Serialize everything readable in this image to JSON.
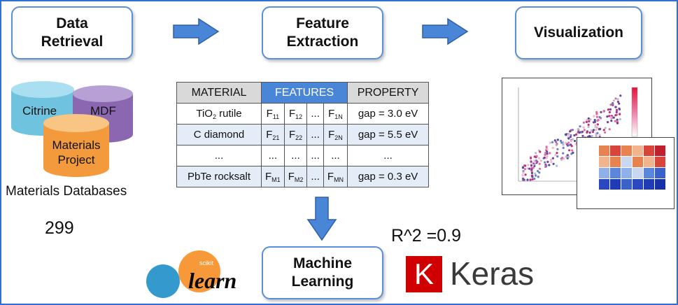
{
  "steps": {
    "data_retrieval": "Data\nRetrieval",
    "feature_extraction": "Feature\nExtraction",
    "visualization": "Visualization",
    "machine_learning": "Machine\nLearning"
  },
  "databases": {
    "citrine": "Citrine",
    "mdf": "MDF",
    "materials_project_1": "Materials",
    "materials_project_2": "Project",
    "caption": "Materials Databases"
  },
  "count_label": "299",
  "r2_label": "R^2 =0.9",
  "table": {
    "headers": {
      "material": "MATERIAL",
      "features": "FEATURES",
      "property": "PROPERTY"
    },
    "rows": [
      {
        "material": "TiO",
        "material_sub": "2",
        "material_tail": " rutile",
        "f1": "F",
        "f1_sub": "11",
        "f2": "F",
        "f2_sub": "12",
        "f3": "...",
        "fn": "F",
        "fn_sub": "1N",
        "property": "gap = 3.0 eV"
      },
      {
        "material": "C diamond",
        "material_sub": "",
        "material_tail": "",
        "f1": "F",
        "f1_sub": "21",
        "f2": "F",
        "f2_sub": "22",
        "f3": "...",
        "fn": "F",
        "fn_sub": "2N",
        "property": "gap = 5.5 eV"
      },
      {
        "material": "...",
        "material_sub": "",
        "material_tail": "",
        "f1": "...",
        "f1_sub": "",
        "f2": "...",
        "f2_sub": "",
        "f3": "...",
        "fn": "...",
        "fn_sub": "",
        "property": "..."
      },
      {
        "material": "PbTe rocksalt",
        "material_sub": "",
        "material_tail": "",
        "f1": "F",
        "f1_sub": "M1",
        "f2": "F",
        "f2_sub": "M2",
        "f3": "...",
        "fn": "F",
        "fn_sub": "MN",
        "property": "gap = 0.3 eV"
      }
    ]
  },
  "logos": {
    "sklearn_small": "scikit",
    "sklearn_main": "learn",
    "keras_letter": "K",
    "keras_word": "Keras"
  },
  "colors": {
    "box_border": "#5b8fd9",
    "arrow_fill": "#4a86d8",
    "citrine": "#6fc3df",
    "mdf": "#8a67b0",
    "materials_project": "#f39b3c",
    "keras_red": "#d00000"
  }
}
